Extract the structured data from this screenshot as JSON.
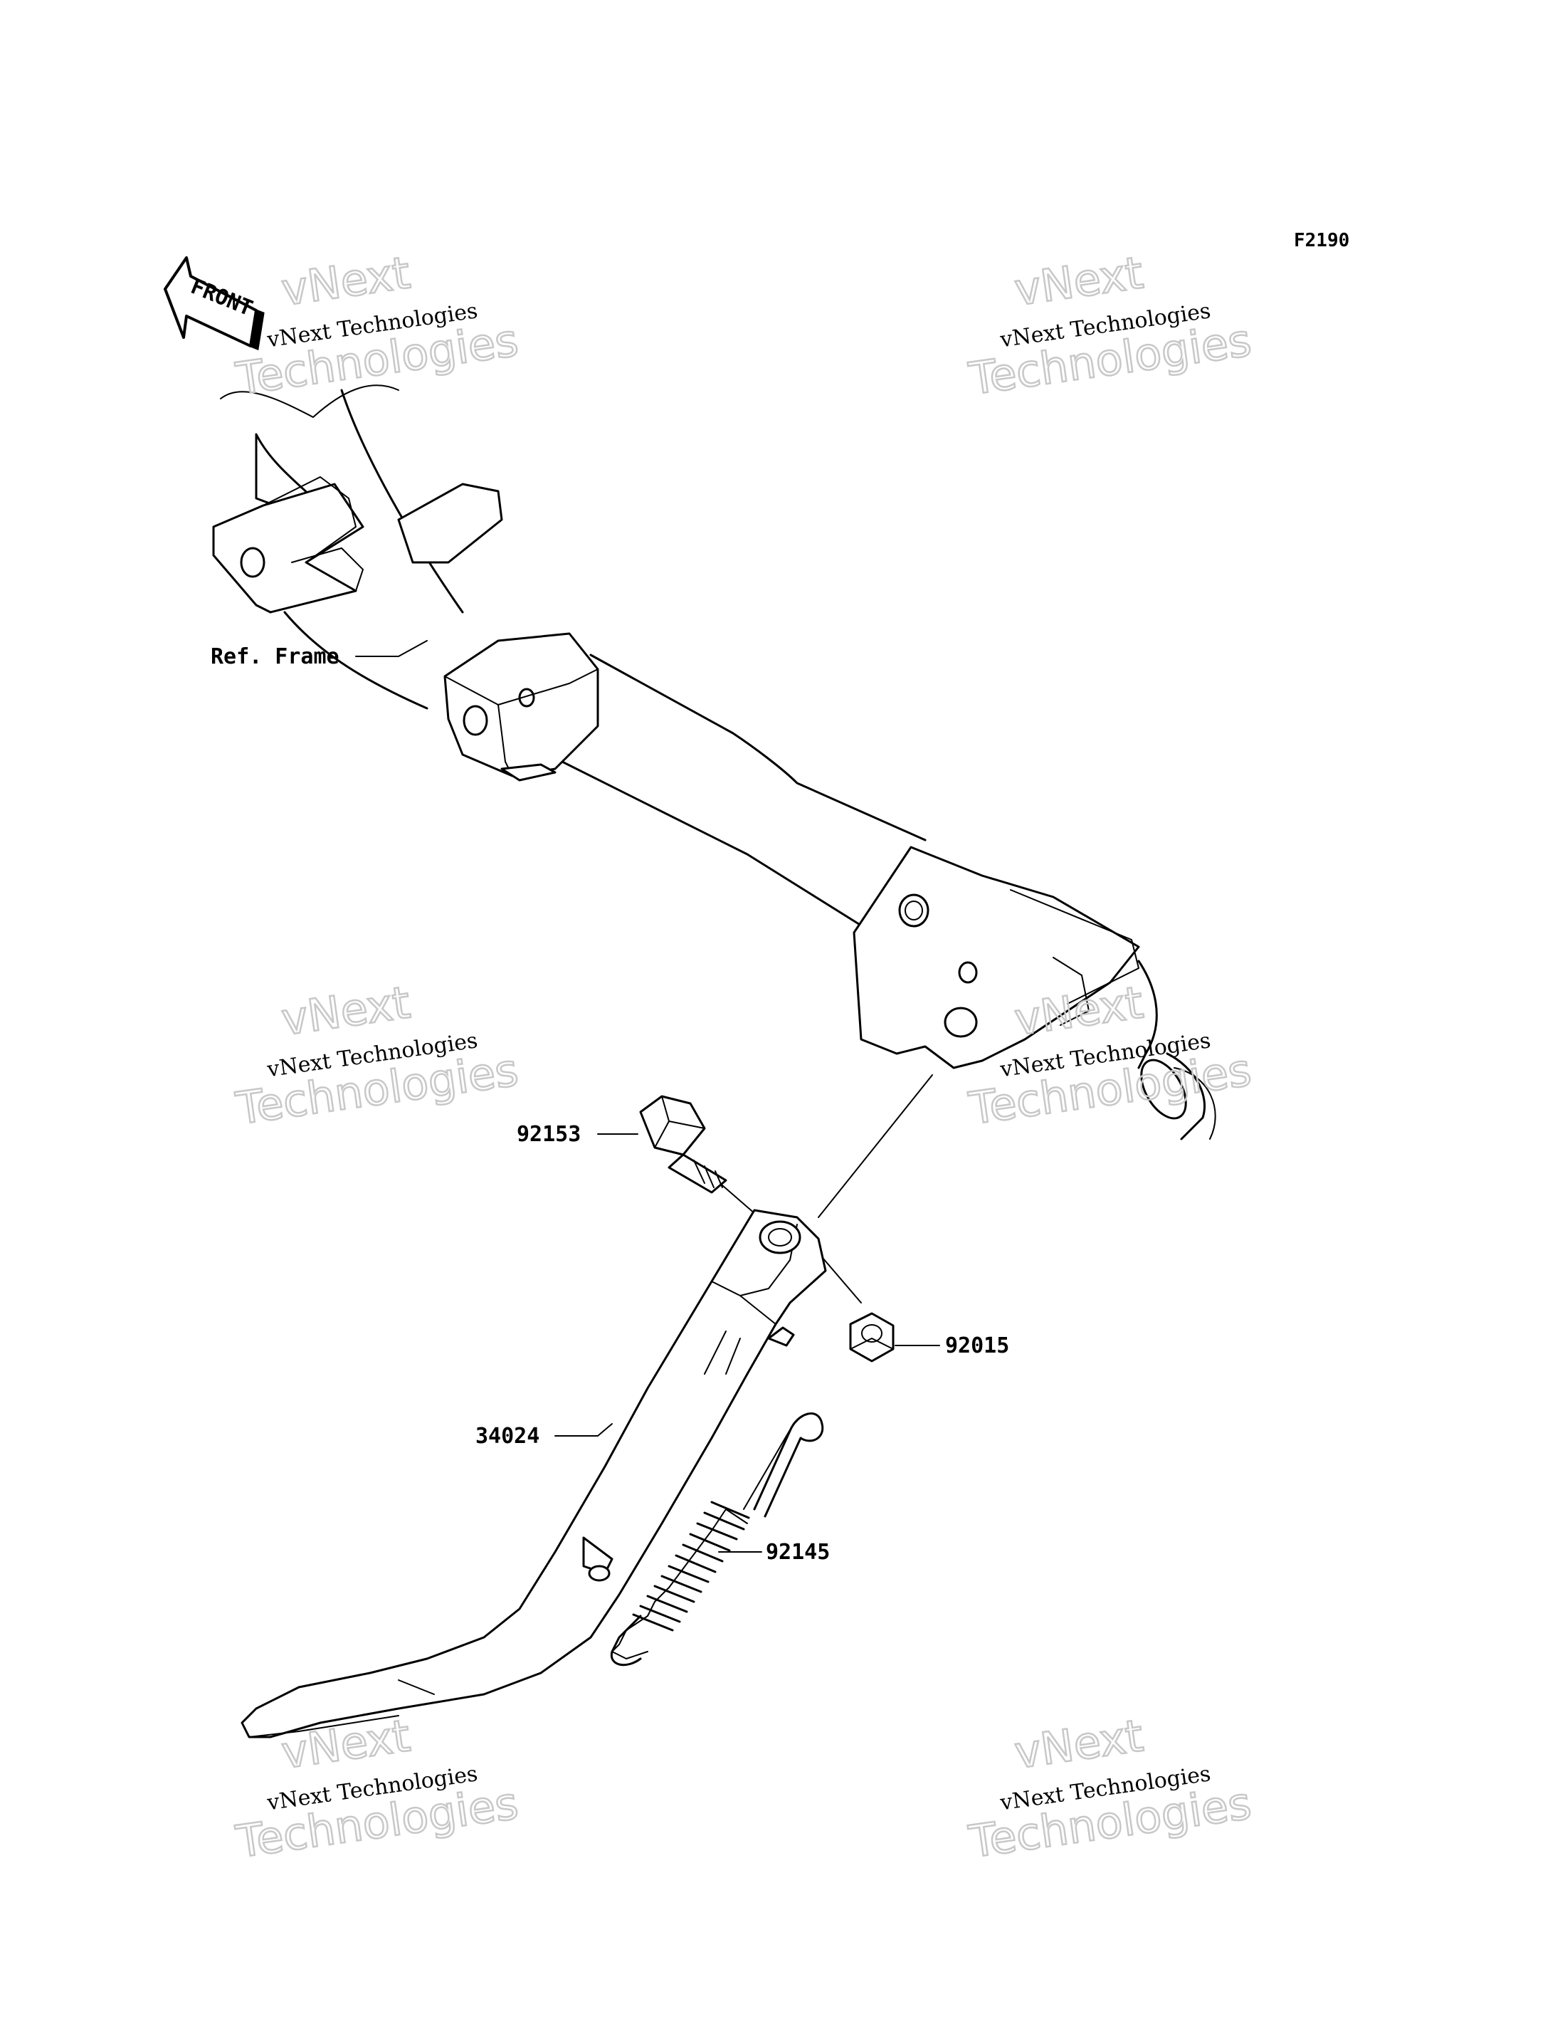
{
  "figure_code": "F2190",
  "front_marker": "FRONT",
  "labels": {
    "ref_frame": "Ref. Frame",
    "bolt": "92153",
    "nut": "92015",
    "side_stand": "34024",
    "spring": "92145"
  },
  "watermark": {
    "line1": "vNext",
    "line2": "vNext Technologies",
    "line3": "Technologies"
  }
}
